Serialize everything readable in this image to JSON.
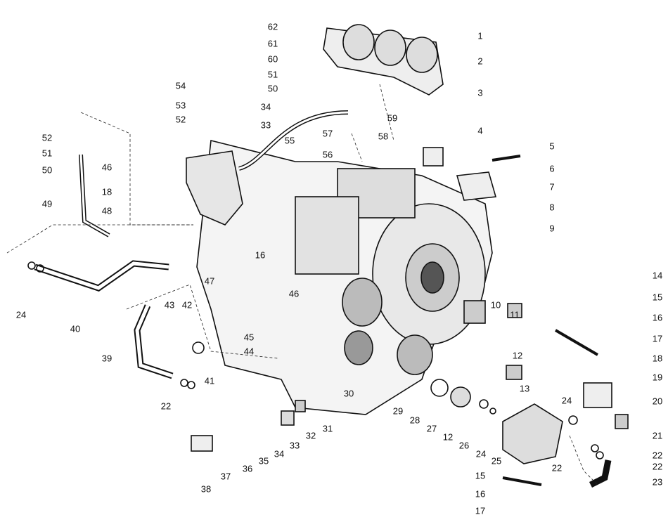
{
  "diagram": {
    "type": "exploded-view",
    "part_labels": [
      "1",
      "2",
      "3",
      "4",
      "5",
      "6",
      "7",
      "8",
      "9",
      "14",
      "15",
      "16",
      "17",
      "18",
      "19",
      "20",
      "21",
      "22",
      "22",
      "23",
      "62",
      "61",
      "60",
      "51",
      "50",
      "54",
      "53",
      "52",
      "34",
      "33",
      "55",
      "59",
      "57",
      "58",
      "56",
      "52",
      "51",
      "50",
      "46",
      "18",
      "48",
      "49",
      "24",
      "40",
      "39",
      "43",
      "42",
      "41",
      "45",
      "44",
      "22",
      "16",
      "47",
      "46",
      "30",
      "38",
      "37",
      "36",
      "35",
      "34",
      "33",
      "32",
      "31",
      "29",
      "28",
      "27",
      "12",
      "26",
      "24",
      "25",
      "10",
      "11",
      "12",
      "13",
      "24",
      "22",
      "15",
      "16",
      "17"
    ]
  }
}
